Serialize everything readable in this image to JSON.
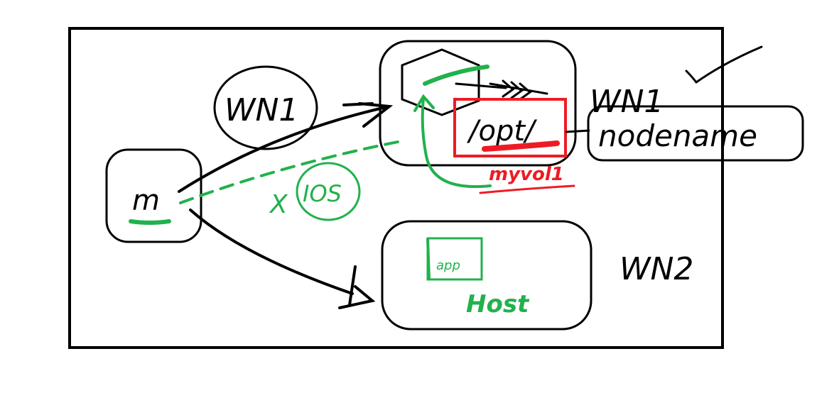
{
  "labels": {
    "wn1_circled": "WN1",
    "m": "m",
    "opt": "/opt/",
    "wn1_right": "WN1",
    "nodename": "nodename",
    "myvol": "myvol1",
    "x": "X",
    "ios": "IOS",
    "wn2": "WN2",
    "mini_box": "app",
    "host": "Host"
  },
  "colors": {
    "ink": "#000000",
    "green": "#22b14c",
    "red": "#ed1c24"
  }
}
